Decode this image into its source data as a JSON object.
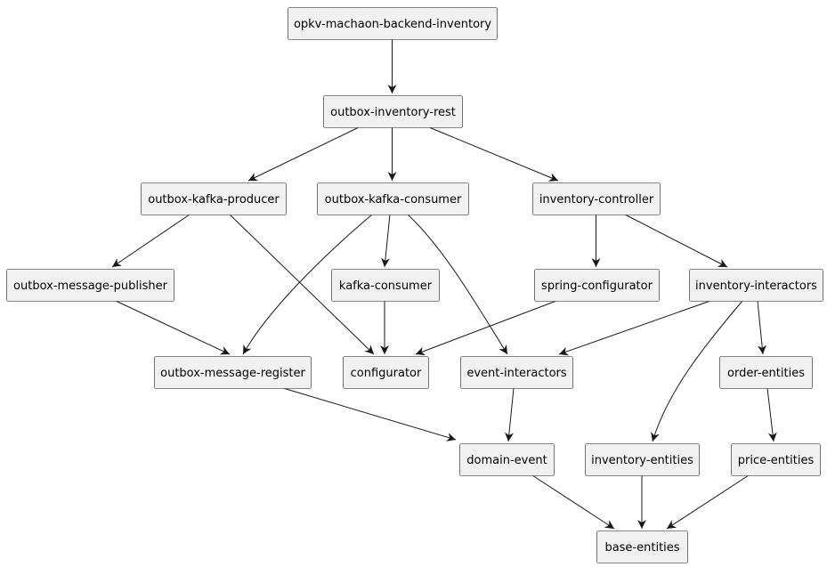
{
  "diagram": {
    "nodes": [
      {
        "id": "opkv",
        "label": "opkv-machaon-backend-inventory"
      },
      {
        "id": "rest",
        "label": "outbox-inventory-rest"
      },
      {
        "id": "producer",
        "label": "outbox-kafka-producer"
      },
      {
        "id": "consumer",
        "label": "outbox-kafka-consumer"
      },
      {
        "id": "controller",
        "label": "inventory-controller"
      },
      {
        "id": "publisher",
        "label": "outbox-message-publisher"
      },
      {
        "id": "kafkaConsumer",
        "label": "kafka-consumer"
      },
      {
        "id": "springConf",
        "label": "spring-configurator"
      },
      {
        "id": "interactors",
        "label": "inventory-interactors"
      },
      {
        "id": "register",
        "label": "outbox-message-register"
      },
      {
        "id": "configurator",
        "label": "configurator"
      },
      {
        "id": "eventInter",
        "label": "event-interactors"
      },
      {
        "id": "orderEnt",
        "label": "order-entities"
      },
      {
        "id": "domainEvent",
        "label": "domain-event"
      },
      {
        "id": "invEnt",
        "label": "inventory-entities"
      },
      {
        "id": "priceEnt",
        "label": "price-entities"
      },
      {
        "id": "baseEnt",
        "label": "base-entities"
      }
    ],
    "edges": [
      [
        "opkv",
        "rest"
      ],
      [
        "rest",
        "producer"
      ],
      [
        "rest",
        "consumer"
      ],
      [
        "rest",
        "controller"
      ],
      [
        "producer",
        "publisher"
      ],
      [
        "producer",
        "configurator"
      ],
      [
        "consumer",
        "register"
      ],
      [
        "consumer",
        "kafkaConsumer"
      ],
      [
        "consumer",
        "eventInter"
      ],
      [
        "controller",
        "springConf"
      ],
      [
        "controller",
        "interactors"
      ],
      [
        "publisher",
        "register"
      ],
      [
        "kafkaConsumer",
        "configurator"
      ],
      [
        "springConf",
        "configurator"
      ],
      [
        "interactors",
        "eventInter"
      ],
      [
        "interactors",
        "invEnt"
      ],
      [
        "interactors",
        "orderEnt"
      ],
      [
        "register",
        "domainEvent"
      ],
      [
        "eventInter",
        "domainEvent"
      ],
      [
        "orderEnt",
        "priceEnt"
      ],
      [
        "domainEvent",
        "baseEnt"
      ],
      [
        "invEnt",
        "baseEnt"
      ],
      [
        "priceEnt",
        "baseEnt"
      ]
    ]
  }
}
